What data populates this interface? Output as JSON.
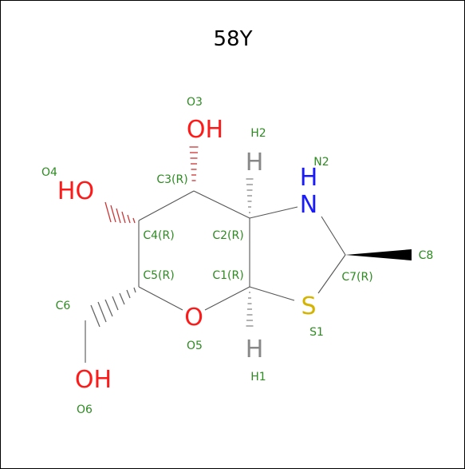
{
  "title": "58Y",
  "colors": {
    "label_green": "#2e8b22",
    "oxygen_red": "#ff1a1a",
    "nitrogen_blue": "#1a1aff",
    "sulfur_yellow": "#d4b400",
    "hydrogen_gray": "#888888",
    "bond_gray": "#555555",
    "wedge_black": "#000000"
  },
  "atoms": {
    "o3_symbol": "OH",
    "o4_symbol": "HO",
    "o5_symbol": "O",
    "o6_symbol": "OH",
    "n2_symbol": "N",
    "n2_h_symbol": "H",
    "s1_symbol": "S",
    "h1_symbol": "H",
    "h2_symbol": "H"
  },
  "labels": {
    "o3": "O3",
    "o4": "O4",
    "o5": "O5",
    "o6": "O6",
    "h1": "H1",
    "h2": "H2",
    "n2": "N2",
    "s1": "S1",
    "c1": "C1(R)",
    "c2": "C2(R)",
    "c3": "C3(R)",
    "c4": "C4(R)",
    "c5": "C5(R)",
    "c6": "C6",
    "c7": "C7(R)",
    "c8": "C8"
  }
}
